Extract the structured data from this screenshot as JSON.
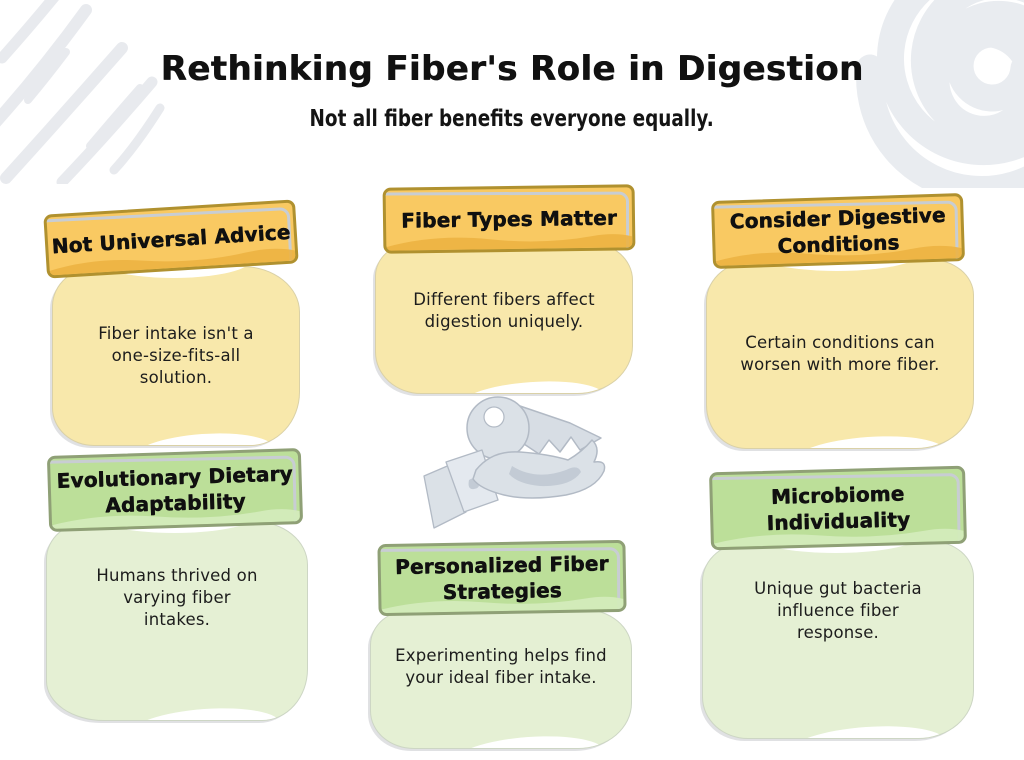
{
  "page": {
    "title": "Rethinking Fiber's Role in Digestion",
    "subtitle": "Not all fiber benefits everyone equally."
  },
  "cards": [
    {
      "id": "not-universal-advice",
      "theme": "yellow",
      "title": "Not Universal Advice",
      "body": "Fiber intake isn't a one-size-fits-all solution."
    },
    {
      "id": "fiber-types-matter",
      "theme": "yellow",
      "title": "Fiber Types Matter",
      "body": "Different fibers affect digestion uniquely."
    },
    {
      "id": "consider-digestive-conditions",
      "theme": "yellow",
      "title": "Consider Digestive Conditions",
      "body": "Certain conditions can worsen with more fiber."
    },
    {
      "id": "evolutionary-dietary-adaptability",
      "theme": "green",
      "title": "Evolutionary Dietary Adaptability",
      "body": "Humans thrived on varying fiber intakes."
    },
    {
      "id": "personalized-fiber-strategies",
      "theme": "green",
      "title": "Personalized Fiber Strategies",
      "body": "Experimenting helps find your ideal fiber intake."
    },
    {
      "id": "microbiome-individuality",
      "theme": "green",
      "title": "Microbiome Individuality",
      "body": "Unique gut bacteria influence fiber response."
    }
  ],
  "decorations": {
    "top_left": "diagonal-strokes",
    "top_right": "spiral-swirl",
    "center": "hand-holding-key"
  },
  "colors": {
    "yellow-header": "#F9C962",
    "yellow-wave": "#ECB243",
    "yellow-border": "#B0912F",
    "yellow-body": "#F8E8AB",
    "green-header": "#BCDF99",
    "green-wave": "#D3EBBA",
    "green-border": "#8FA076",
    "green-body": "#E5F0D4",
    "sketch": "#C8CDD3",
    "illustration": "#DBE1E7",
    "text": "#1C1C1C"
  }
}
